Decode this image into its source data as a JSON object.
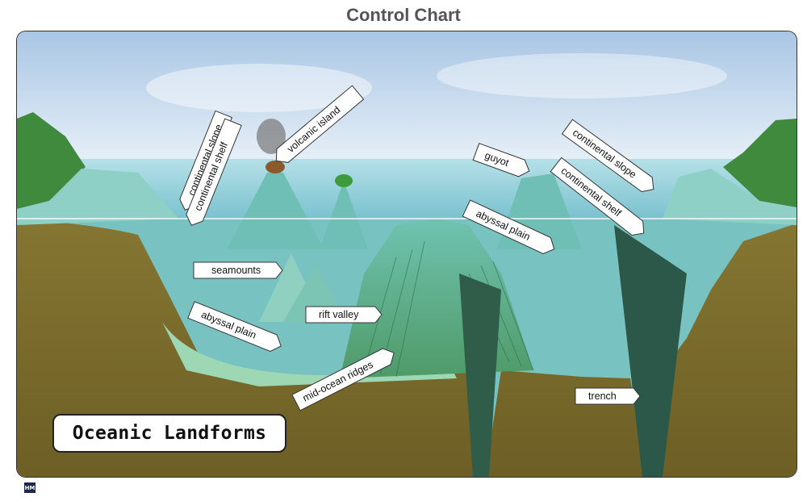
{
  "page": {
    "title": "Control Chart"
  },
  "diagram": {
    "title": "Oceanic Landforms",
    "labels": {
      "continental_slope_left": "continental slope",
      "continental_shelf_left": "continental shelf",
      "volcanic_island": "volcanic island",
      "guyot": "guyot",
      "continental_slope_right": "continental slope",
      "continental_shelf_right": "continental shelf",
      "abyssal_plain_right": "abyssal plain",
      "seamounts": "seamounts",
      "rift_valley": "rift valley",
      "abyssal_plain_left": "abyssal plain",
      "mid_ocean_ridges": "mid-ocean ridges",
      "trench": "trench"
    }
  },
  "logo": {
    "text": "HM"
  },
  "colors": {
    "sky": "#c9dcee",
    "ocean": "#86c9d6",
    "sediment": "#7a6a2a",
    "land": "#3f8a3c"
  }
}
